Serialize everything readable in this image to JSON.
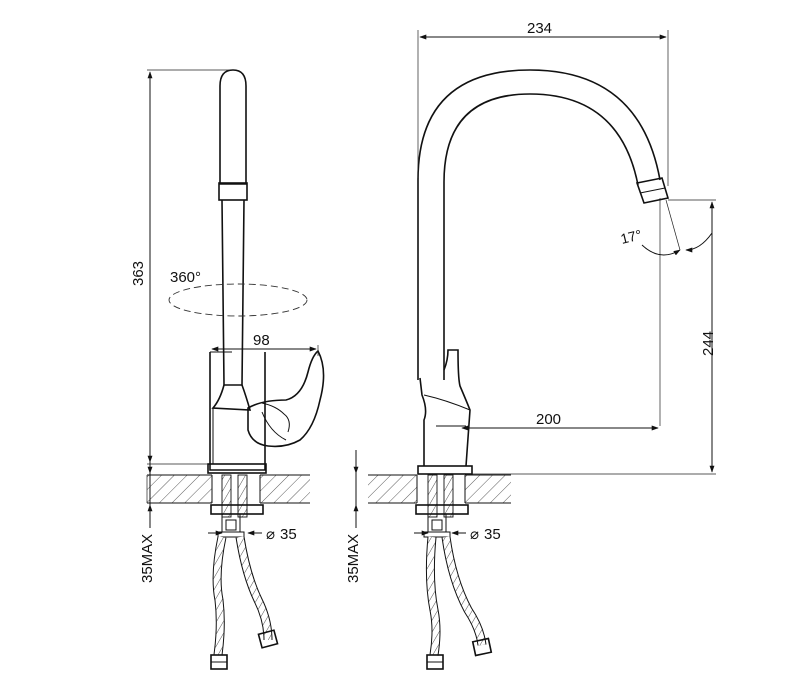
{
  "dimensions": {
    "side_height": "363",
    "rotation": "360°",
    "handle_reach": "98",
    "pipe_diameter_left": "35",
    "mount_max_left": "35MAX",
    "spout_width": "234",
    "spout_angle": "17°",
    "spout_height": "244",
    "spout_reach": "200",
    "pipe_diameter_right": "35",
    "mount_max_right": "35MAX"
  },
  "glyphs": {
    "diameter": "⌀"
  },
  "colors": {
    "line": "#111111",
    "background": "#ffffff"
  }
}
